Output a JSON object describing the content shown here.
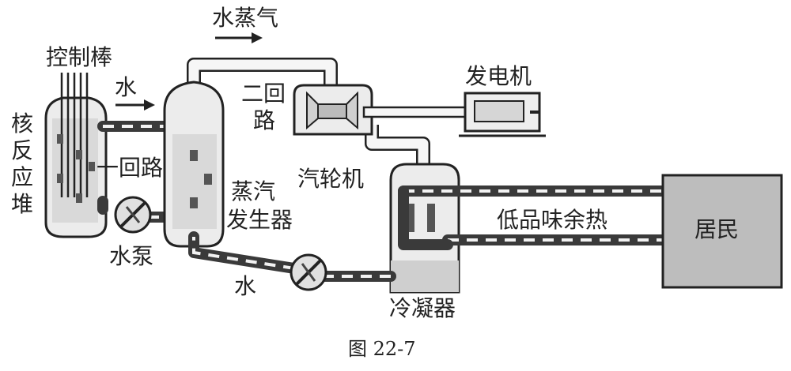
{
  "labels": {
    "control_rods": "控制棒",
    "water_top": "水",
    "steam": "水蒸气",
    "secondary_loop_1": "二回",
    "secondary_loop_2": "路",
    "generator": "发电机",
    "reactor_1": "核",
    "reactor_2": "反",
    "reactor_3": "应",
    "reactor_4": "堆",
    "primary_loop": "一回路",
    "steam_generator_1": "蒸汽",
    "steam_generator_2": "发生器",
    "turbine": "汽轮机",
    "pump": "水泵",
    "water_bottom": "水",
    "low_grade_heat": "低品味余热",
    "residents": "居民",
    "condenser": "冷凝器",
    "caption": "图 22-7"
  },
  "colors": {
    "pipe": "#3a3a3a",
    "resident_box": "#bdbdbd"
  }
}
